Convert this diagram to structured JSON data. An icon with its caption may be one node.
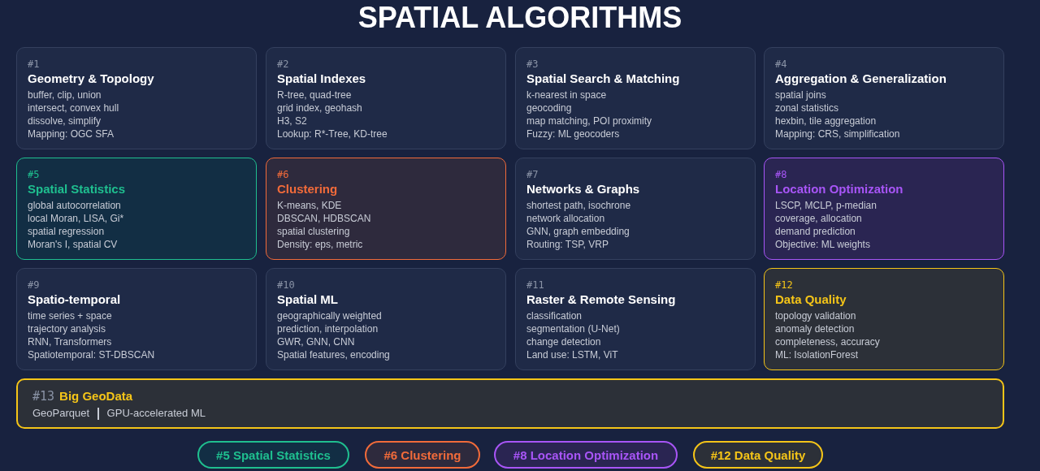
{
  "diagram": {
    "title": "SPATIAL ALGORITHMS",
    "nodes": [
      {
        "text": [
          "#1",
          "Geometry & Topology",
          "buffer, clip, union",
          "intersect, convex hull",
          "dissolve, simplify",
          "Mapping: OGC SFA"
        ]
      },
      {
        "text": [
          "#2",
          "Spatial Indexes",
          "R-tree, quad-tree",
          "grid index, geohash",
          "H3, S2",
          "Lookup: R*-Tree, KD-tree"
        ]
      },
      {
        "text": [
          "#3",
          "Spatial Search & Matching",
          "k-nearest in space",
          "geocoding",
          "map matching, POI proximity",
          "Fuzzy: ML geocoders"
        ]
      },
      {
        "text": [
          "#4",
          "Aggregation & Generalization",
          "spatial joins",
          "zonal statistics",
          "hexbin, tile aggregation",
          "Mapping: CRS, simplification"
        ]
      },
      {
        "text": [
          "#5",
          "Spatial Statistics",
          "global autocorrelation",
          "local Moran, LISA, Gi*",
          "spatial regression",
          "Moran's I, spatial CV"
        ]
      },
      {
        "text": [
          "#6",
          "Clustering",
          "K-means, KDE",
          "DBSCAN, HDBSCAN",
          "spatial clustering",
          "Density: eps, metric"
        ]
      },
      {
        "text": [
          "#7",
          "Networks & Graphs",
          "shortest path, isochrone",
          "network allocation",
          "GNN, graph embedding",
          "Routing: TSP, VRP"
        ]
      },
      {
        "text": [
          "#8",
          "Location Optimization",
          "LSCP, MCLP, p-median",
          "coverage, allocation",
          "demand prediction",
          "Objective: ML weights"
        ]
      },
      {
        "text": [
          "#9",
          "Spatio-temporal",
          "time series + space",
          "trajectory analysis",
          "RNN, Transformers",
          "Spatiotemporal: ST-DBSCAN"
        ]
      },
      {
        "text": [
          "#10",
          "Spatial ML",
          "geographically weighted",
          "prediction, interpolation",
          "GWR, GNN, CNN",
          "Spatial features, encoding"
        ]
      },
      {
        "text": [
          "#11",
          "Raster & Remote Sensing",
          "classification",
          "segmentation (U-Net)",
          "change detection",
          "Land use: LSTM, ViT"
        ]
      },
      {
        "text": [
          "#12",
          "Data Quality",
          "topology validation",
          "anomaly detection",
          "completeness, accuracy",
          "ML: IsolationForest"
        ]
      },
      {
        "text": [
          "#13",
          "Big GeoData",
          "GeoParquet",
          "GPU-accelerated ML"
        ]
      },
      {
        "text": [
          "#5 Spatial Statistics"
        ]
      },
      {
        "text": [
          "#6 Clustering"
        ]
      },
      {
        "text": [
          "#8 Location Optimization"
        ]
      },
      {
        "text": [
          "#12 Data Quality"
        ]
      }
    ]
  }
}
